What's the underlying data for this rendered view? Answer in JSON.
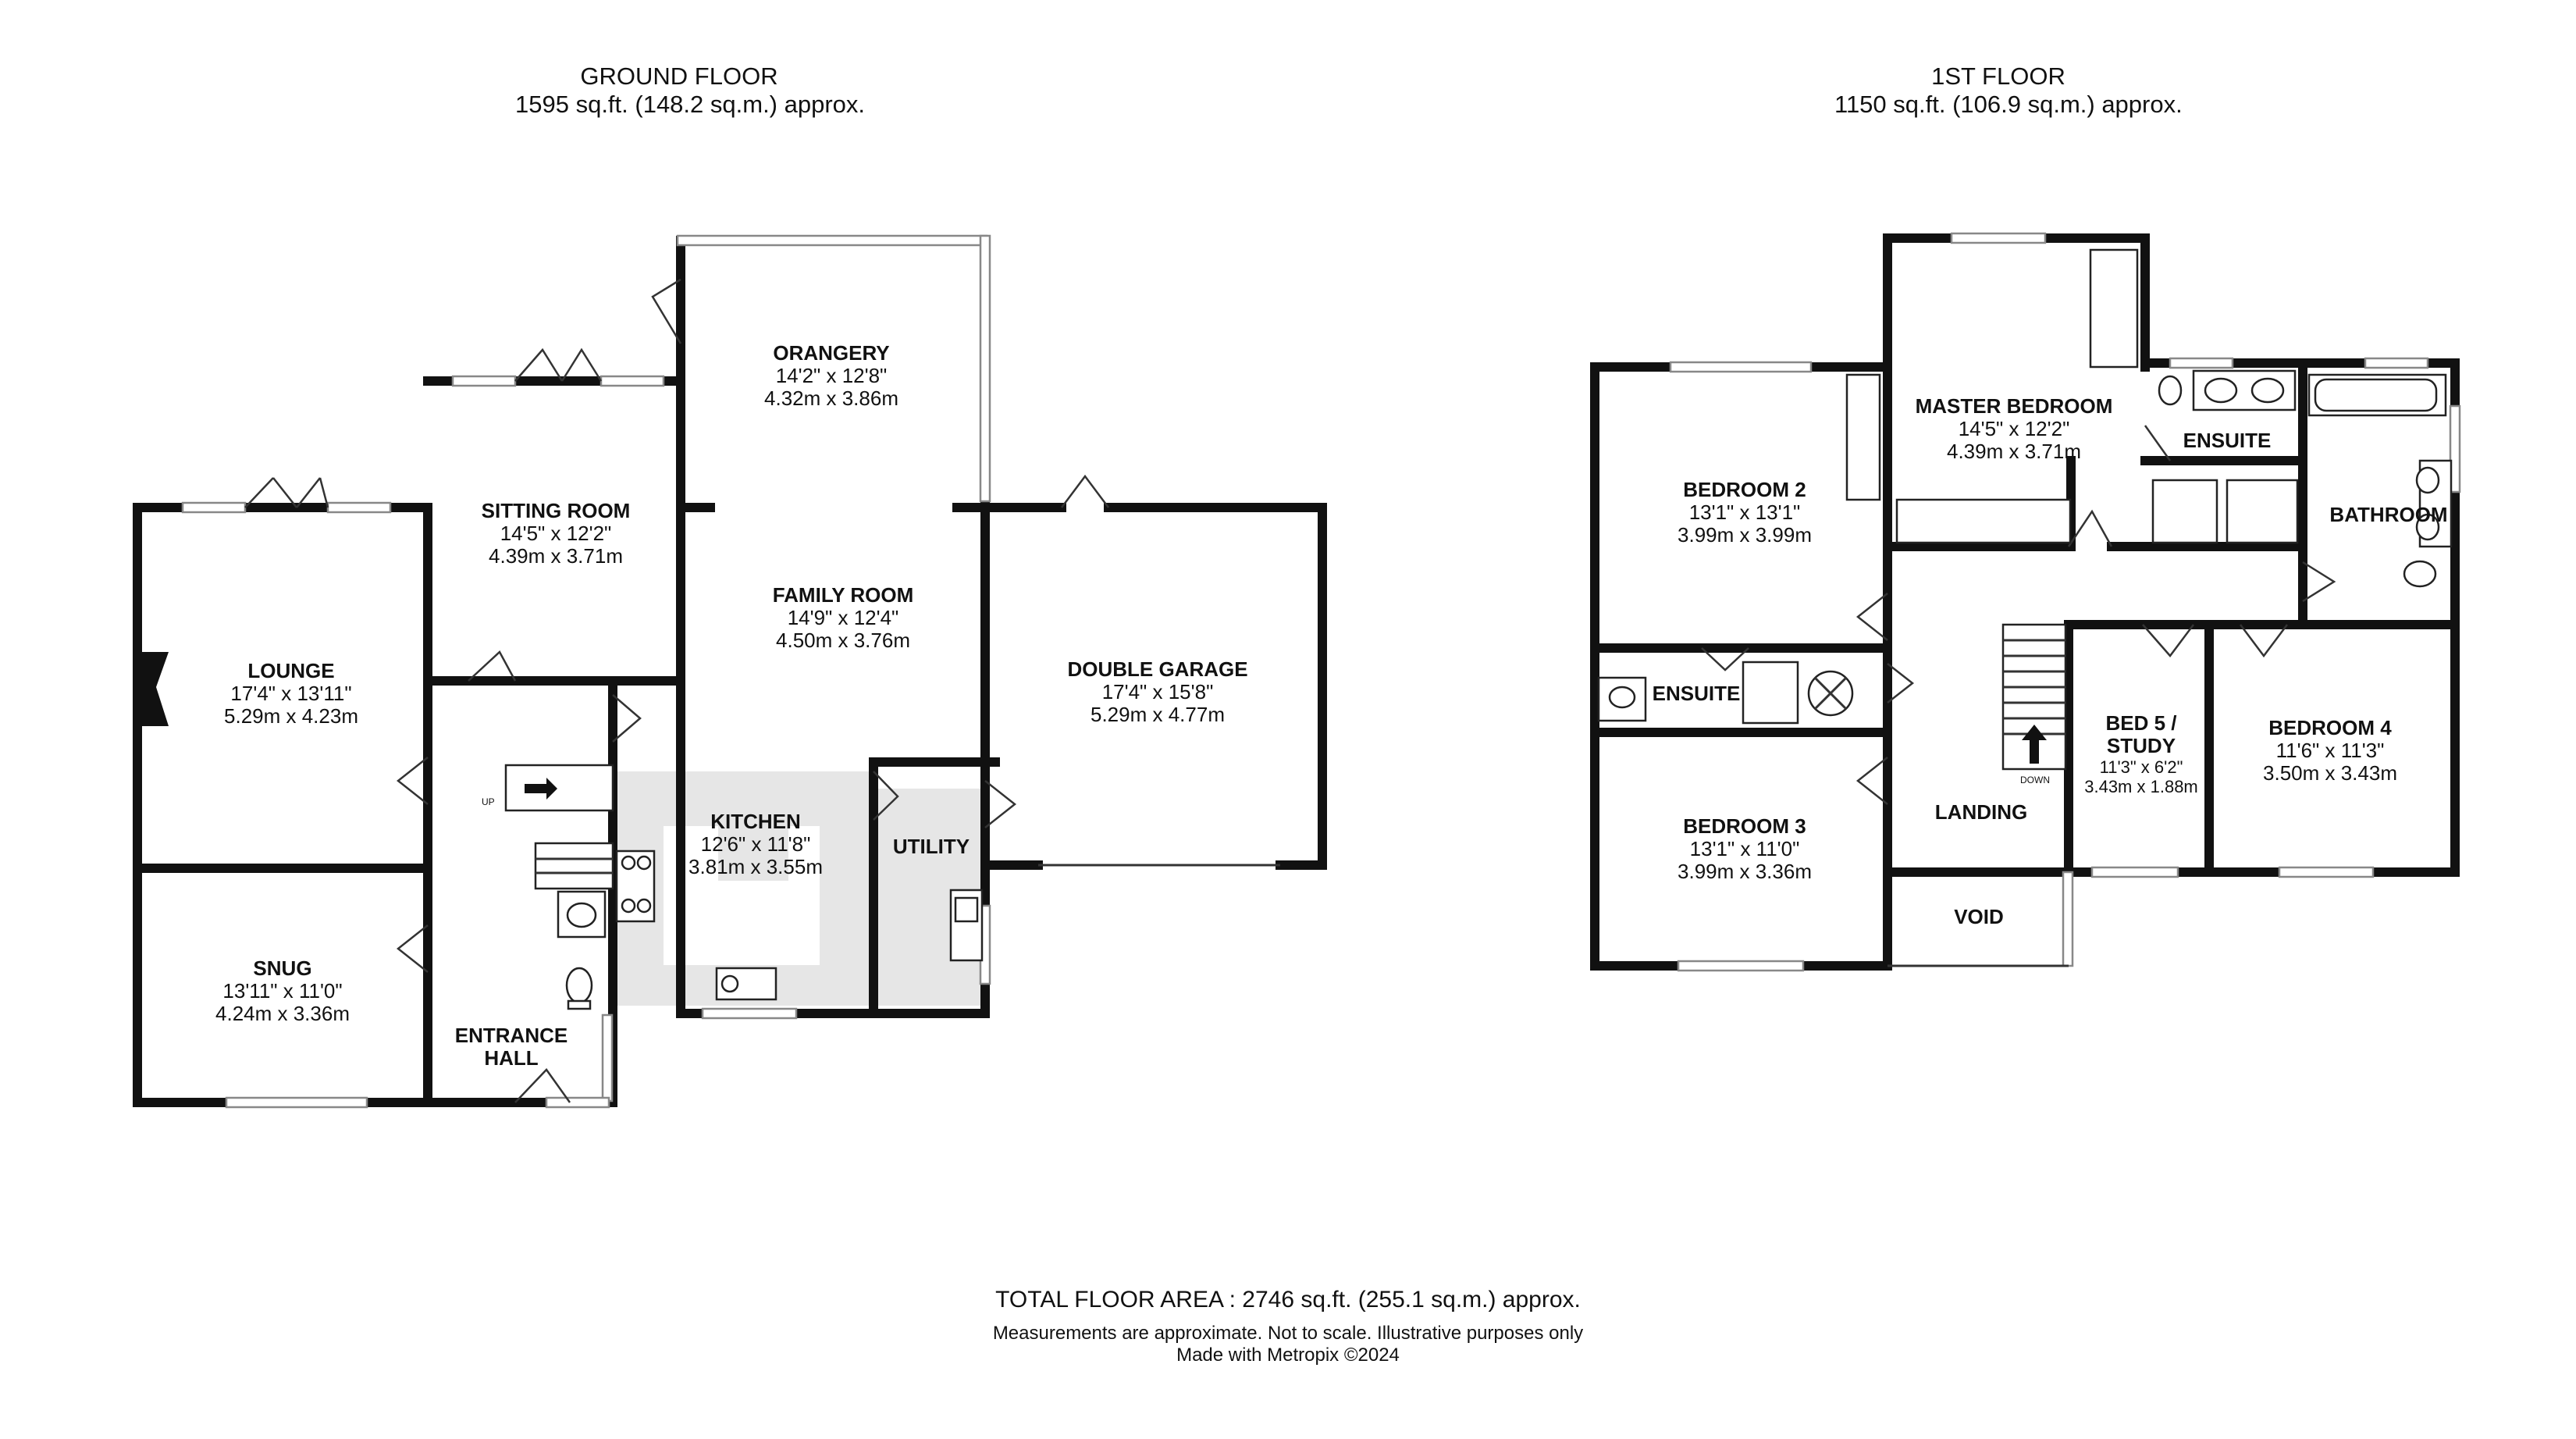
{
  "ground_floor": {
    "title": "GROUND FLOOR",
    "area": "1595 sq.ft. (148.2 sq.m.) approx.",
    "rooms": {
      "orangery": {
        "name": "ORANGERY",
        "imperial": "14'2\"  x 12'8\"",
        "metric": "4.32m  x 3.86m"
      },
      "sitting_room": {
        "name": "SITTING ROOM",
        "imperial": "14'5\"  x 12'2\"",
        "metric": "4.39m  x 3.71m"
      },
      "family_room": {
        "name": "FAMILY ROOM",
        "imperial": "14'9\"  x 12'4\"",
        "metric": "4.50m  x 3.76m"
      },
      "lounge": {
        "name": "LOUNGE",
        "imperial": "17'4\"  x 13'11\"",
        "metric": "5.29m  x 4.23m"
      },
      "double_garage": {
        "name": "DOUBLE GARAGE",
        "imperial": "17'4\"  x 15'8\"",
        "metric": "5.29m  x 4.77m"
      },
      "kitchen": {
        "name": "KITCHEN",
        "imperial": "12'6\"  x 11'8\"",
        "metric": "3.81m  x 3.55m"
      },
      "utility": {
        "name": "UTILITY"
      },
      "snug": {
        "name": "SNUG",
        "imperial": "13'11\"  x 11'0\"",
        "metric": "4.24m  x 3.36m"
      },
      "entrance_hall": {
        "name": "ENTRANCE",
        "name2": "HALL"
      }
    },
    "stair_label": "UP"
  },
  "first_floor": {
    "title": "1ST FLOOR",
    "area": "1150 sq.ft. (106.9 sq.m.) approx.",
    "rooms": {
      "master_bedroom": {
        "name": "MASTER BEDROOM",
        "imperial": "14'5\"  x 12'2\"",
        "metric": "4.39m  x 3.71m"
      },
      "ensuite_master": {
        "name": "ENSUITE"
      },
      "bathroom": {
        "name": "BATHROOM"
      },
      "bedroom2": {
        "name": "BEDROOM 2",
        "imperial": "13'1\"  x 13'1\"",
        "metric": "3.99m  x 3.99m"
      },
      "ensuite_bed2": {
        "name": "ENSUITE"
      },
      "bed5_study": {
        "name": "BED 5 /",
        "name2": "STUDY",
        "imperial": "11'3\"  x 6'2\"",
        "metric": "3.43m  x 1.88m"
      },
      "bedroom4": {
        "name": "BEDROOM 4",
        "imperial": "11'6\"  x 11'3\"",
        "metric": "3.50m  x 3.43m"
      },
      "landing": {
        "name": "LANDING"
      },
      "bedroom3": {
        "name": "BEDROOM 3",
        "imperial": "13'1\"  x 11'0\"",
        "metric": "3.99m  x 3.36m"
      },
      "void": {
        "name": "VOID"
      }
    },
    "stair_label": "DOWN"
  },
  "footer": {
    "total": "TOTAL FLOOR AREA : 2746 sq.ft. (255.1 sq.m.) approx.",
    "note1": "Measurements are approximate.  Not to scale.  Illustrative purposes only",
    "note2": "Made with Metropix ©2024"
  }
}
